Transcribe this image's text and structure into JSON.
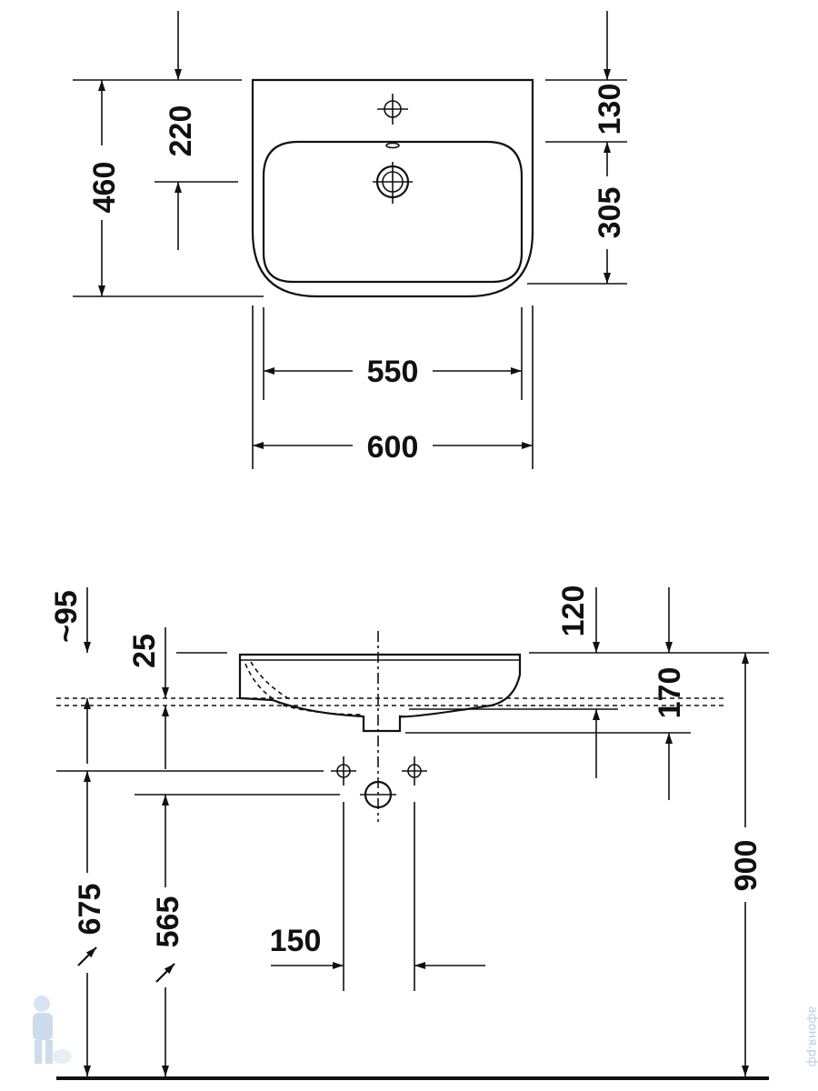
{
  "top_view": {
    "dims": {
      "depth_total": "460",
      "tap_to_back": "220",
      "back_to_tap_hole": "130",
      "bowl_depth": "305",
      "bowl_width": "550",
      "total_width": "600"
    }
  },
  "side_view": {
    "dims": {
      "approx_95": "~95",
      "rim_25": "25",
      "rim_120": "120",
      "height_170": "170",
      "waste_675": "675",
      "waste_565": "565",
      "spacing_150": "150",
      "floor_900": "900"
    }
  },
  "watermark": {
    "text": "афоня.рф"
  }
}
